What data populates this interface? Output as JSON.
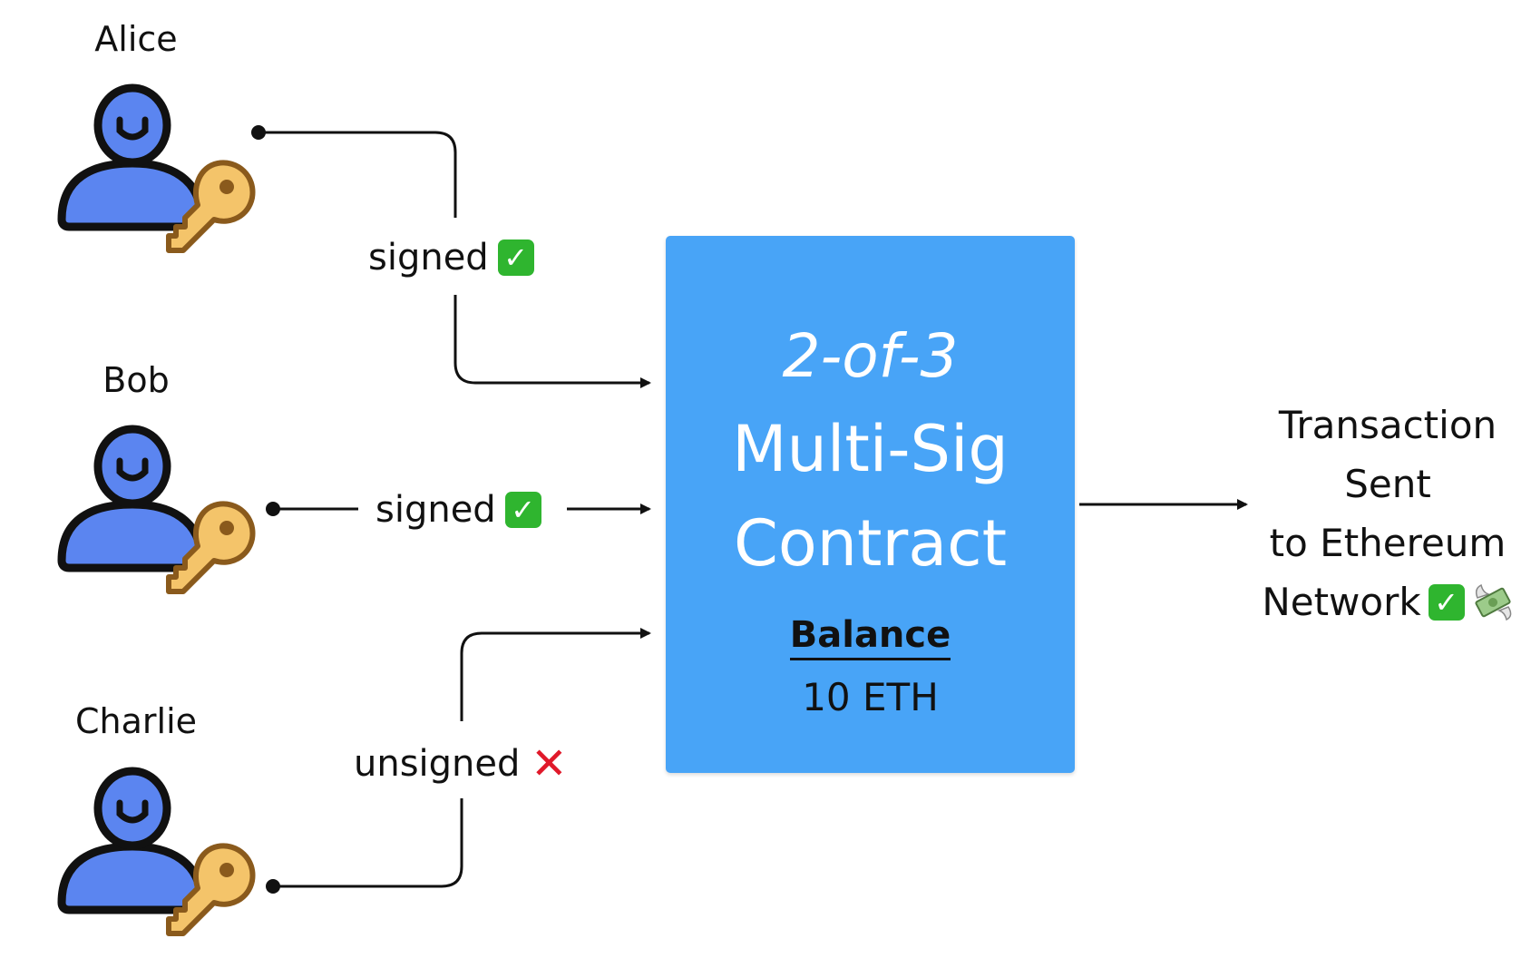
{
  "users": [
    {
      "name": "Alice"
    },
    {
      "name": "Bob"
    },
    {
      "name": "Charlie"
    }
  ],
  "edges": [
    {
      "label": "signed",
      "status_icon": "check-mark-icon"
    },
    {
      "label": "signed",
      "status_icon": "check-mark-icon"
    },
    {
      "label": "unsigned",
      "status_icon": "cross-mark-icon"
    }
  ],
  "contract": {
    "line1": "2-of-3",
    "line2": "Multi-Sig",
    "line3": "Contract",
    "balance_label": "Balance",
    "balance_value": "10 ETH"
  },
  "result": {
    "line1": "Transaction",
    "line2": "Sent",
    "line3": "to Ethereum",
    "line4": "Network"
  },
  "colors": {
    "contract_fill": "#48a4f7",
    "user_fill": "#5b85f0",
    "key_fill": "#f4c46a",
    "check_green": "#2fb52f",
    "cross_red": "#e0192a",
    "line": "#111111"
  },
  "symbols": {
    "check": "✓",
    "cross": "✕"
  }
}
